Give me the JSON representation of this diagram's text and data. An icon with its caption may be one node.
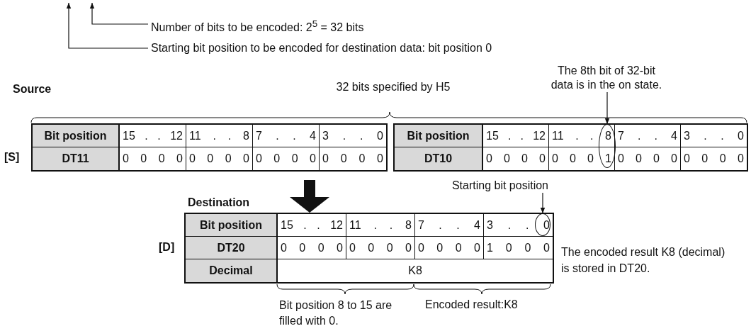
{
  "diagram": {
    "nodes": [
      {
        "text": [
          "Number of bits to be encoded: 2$^{5}$ = 32 bits"
        ]
      },
      {
        "text": [
          "Starting bit position to be encoded for destination data: bit position 0"
        ]
      },
      {
        "text": [
          "The 8th bit of 32-bit data is in the on state."
        ]
      },
      {
        "text": [
          "Bit position",
          "15 . . 12",
          "11 . . 8",
          "7 . . 4",
          "3 . . 0",
          "DT11",
          "0 0 0 0",
          "0 0 0 0",
          "0 0 0 0",
          "0 0 0 0"
        ]
      },
      {
        "text": [
          "Bit position",
          "15 . . 12",
          "11 . . 8",
          "7 . . 4",
          "3 . . 0",
          "DT10",
          "0 0 0 0",
          "0 0 0 1",
          "0 0 0 0",
          "0 0 0 0"
        ]
      },
      {
        "text": [],
        "shape": "circle",
        "in": 4
      },
      {
        "text": [
          "Starting bit position"
        ]
      },
      {
        "text": [
          "Bit position",
          "15 . . 12",
          "11 . . 8",
          "7 . . 4",
          "3 . . 0",
          "DT20",
          "0 0 0 0",
          "0 0 0 0",
          "0 0 0 0",
          "1 0 0 0",
          "Decimal",
          "K8"
        ]
      },
      {
        "text": [],
        "shape": "circle",
        "in": 7
      }
    ],
    "edges": [
      {
        "from": 0,
        "to": null,
        "arrow": "to"
      },
      {
        "from": 1,
        "to": null,
        "arrow": "to"
      },
      {
        "from": 2,
        "to": 5,
        "arrow": "to"
      },
      {
        "from": 6,
        "to": 8,
        "arrow": "to"
      },
      {
        "from": 3,
        "to": 7,
        "arrow": "to",
        "style": "thick"
      }
    ],
    "labels": [
      "Source",
      "32 bits specified by H5",
      "[S]",
      "Destination",
      "[D]",
      "The encoded result K8 (decimal) is stored in DT20.",
      "Bit position 8 to 15 are filled with 0.",
      "Encoded result:K8"
    ]
  }
}
